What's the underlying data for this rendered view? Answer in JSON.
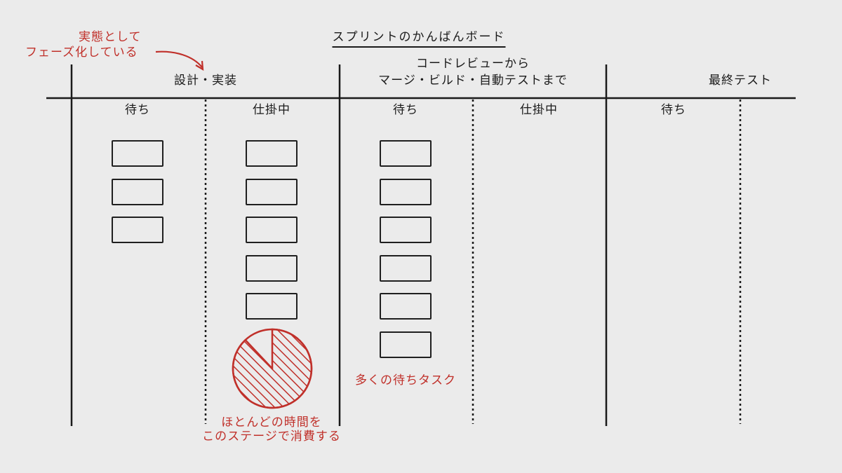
{
  "board_title": "スプリントのかんばんボード",
  "stages": [
    {
      "label_line1": "設計・実装",
      "label_line2": ""
    },
    {
      "label_line1": "コードレビューから",
      "label_line2": "マージ・ビルド・自動テストまで"
    },
    {
      "label_line1": "最終テスト",
      "label_line2": ""
    }
  ],
  "columns": [
    {
      "label": "待ち",
      "card_count": 3
    },
    {
      "label": "仕掛中",
      "card_count": 5
    },
    {
      "label": "待ち",
      "card_count": 6
    },
    {
      "label": "仕掛中",
      "card_count": 0
    },
    {
      "label": "待ち",
      "card_count": 0
    },
    {
      "label": "",
      "card_count": 0
    }
  ],
  "annotations": {
    "phase_note_line1": "実態として",
    "phase_note_line2": "フェーズ化している",
    "time_note_line1": "ほとんどの時間を",
    "time_note_line2": "このステージで消費する",
    "wait_note": "多くの待ちタスク"
  },
  "pie": {
    "time_share_fraction": 0.88
  },
  "colors": {
    "background": "#ebebeb",
    "ink": "#1a1a1a",
    "accent_red": "#c0302a"
  }
}
